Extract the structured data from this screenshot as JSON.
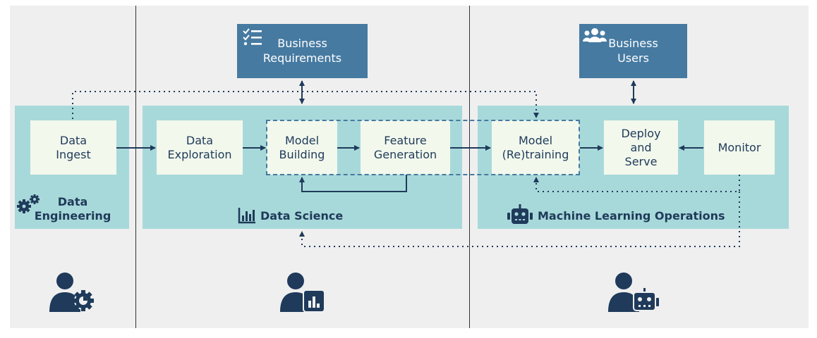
{
  "top_boxes": {
    "business_requirements": "Business\nRequirements",
    "business_users": "Business\nUsers"
  },
  "panels": {
    "data_engineering": "Data\nEngineering",
    "data_science": "Data Science",
    "mlops": "Machine Learning Operations"
  },
  "steps": {
    "data_ingest": "Data\nIngest",
    "data_exploration": "Data\nExploration",
    "model_building": "Model\nBuilding",
    "feature_generation": "Feature\nGeneration",
    "model_retraining": "Model\n(Re)training",
    "deploy_serve": "Deploy\nand\nServe",
    "monitor": "Monitor"
  },
  "icons": {
    "checklist": "checklist-icon",
    "users": "users-icon",
    "gears": "gears-icon",
    "chart": "bar-chart-icon",
    "robot": "robot-icon",
    "engineer": "engineer-person-icon",
    "scientist": "scientist-person-icon",
    "ml_engineer": "ml-engineer-person-icon"
  },
  "colors": {
    "panel": "#a8d9da",
    "box": "#f2f8ec",
    "top_box": "#467aa1",
    "dark": "#1f3a5a"
  }
}
